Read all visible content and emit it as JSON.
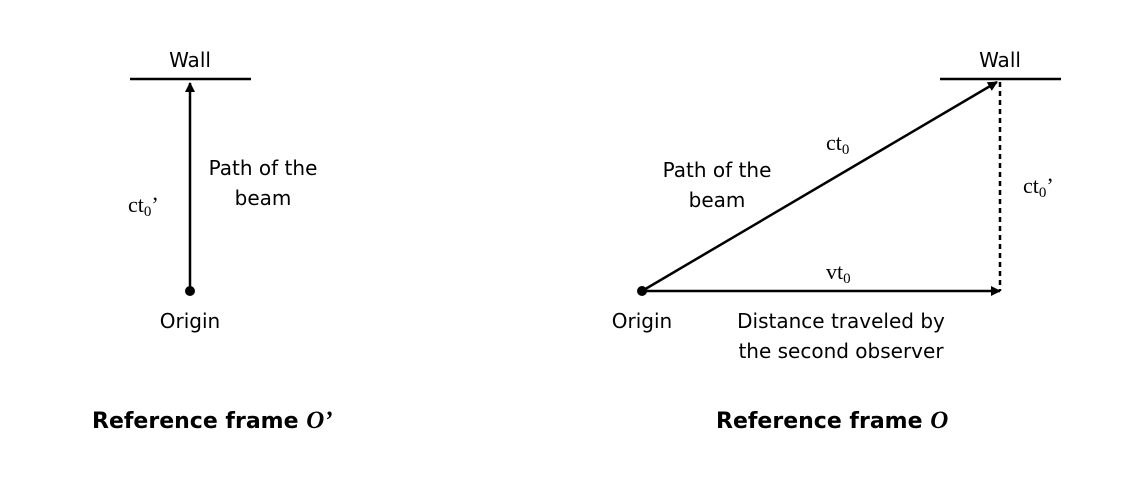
{
  "left_frame": {
    "wall_label": "Wall",
    "path_label_line1": "Path of the",
    "path_label_line2": "beam",
    "distance_label_base": "ct",
    "distance_label_sub": "0",
    "distance_label_prime": "’",
    "origin_label": "Origin",
    "title_text": "Reference frame ",
    "title_symbol": "O’"
  },
  "right_frame": {
    "wall_label": "Wall",
    "path_label_line1": "Path of the",
    "path_label_line2": "beam",
    "hypotenuse_label_base": "ct",
    "hypotenuse_label_sub": "0",
    "vertical_label_base": "ct",
    "vertical_label_sub": "0",
    "vertical_label_prime": "’",
    "horizontal_label_base": "vt",
    "horizontal_label_sub": "0",
    "origin_label": "Origin",
    "distance_label_line1": "Distance traveled by",
    "distance_label_line2": "the second observer",
    "title_text": "Reference frame ",
    "title_symbol": "O"
  },
  "colors": {
    "ink": "#000000",
    "background": "#ffffff"
  }
}
